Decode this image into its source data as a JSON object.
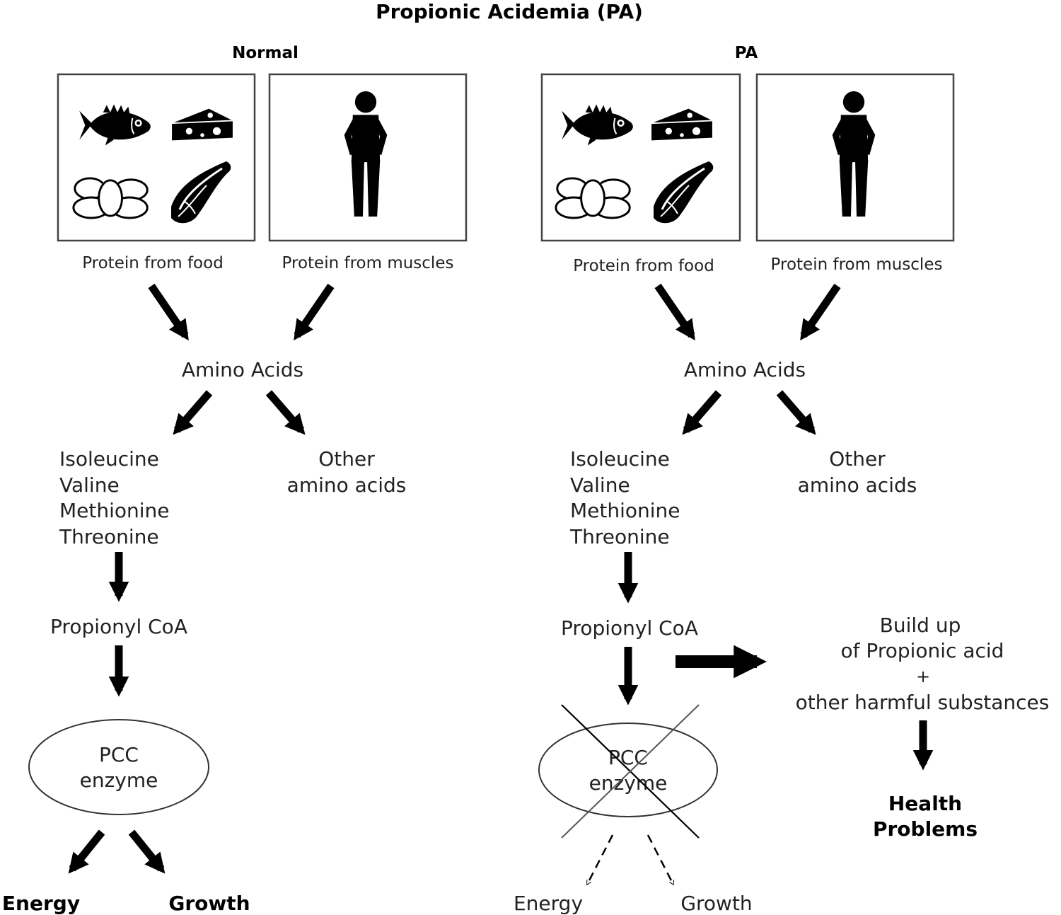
{
  "title": "Propionic Acidemia (PA)",
  "normal": {
    "heading": "Normal",
    "food_caption": "Protein from food",
    "muscle_caption": "Protein from muscles",
    "amino_acids": "Amino Acids",
    "branch_list": [
      "Isoleucine",
      "Valine",
      "Methionine",
      "Threonine"
    ],
    "other_line1": "Other",
    "other_line2": "amino acids",
    "propionyl": "Propionyl CoA",
    "enzyme_line1": "PCC",
    "enzyme_line2": "enzyme",
    "energy": "Energy",
    "growth": "Growth"
  },
  "pa": {
    "heading": "PA",
    "food_caption": "Protein from food",
    "muscle_caption": "Protein from muscles",
    "amino_acids": "Amino Acids",
    "branch_list": [
      "Isoleucine",
      "Valine",
      "Methionine",
      "Threonine"
    ],
    "other_line1": "Other",
    "other_line2": "amino acids",
    "propionyl": "Propionyl CoA",
    "enzyme_line1": "PCC",
    "enzyme_line2": "enzyme",
    "energy": "Energy",
    "growth": "Growth",
    "buildup_line1": "Build up",
    "buildup_line2": "of Propionic acid",
    "buildup_plus": "+",
    "buildup_line3": "other harmful substances",
    "health_line1": "Health",
    "health_line2": "Problems"
  },
  "icons": [
    "fish-icon",
    "cheese-icon",
    "eggs-icon",
    "meat-icon",
    "person-icon"
  ]
}
